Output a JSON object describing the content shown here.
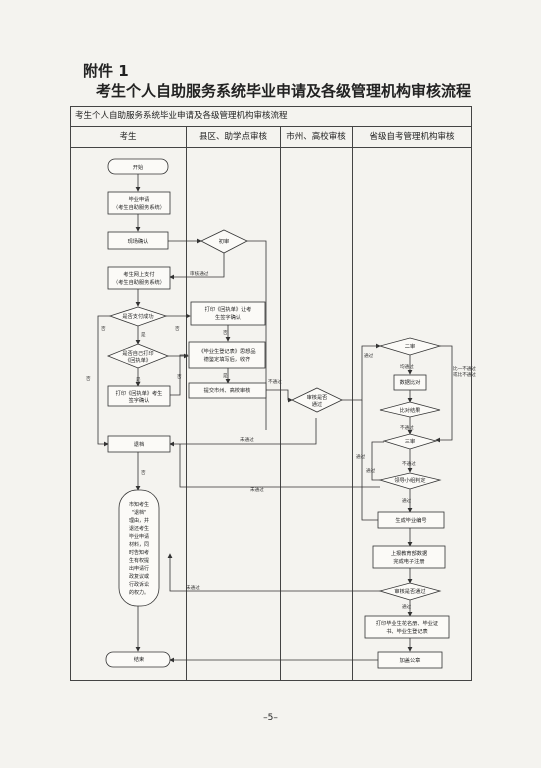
{
  "annex": "附件 1",
  "title": "考生个人自助服务系统毕业申请及各级管理机构审核流程",
  "flow_title": "考生个人自助服务系统毕业申请及各级管理机构审核流程",
  "lanes": [
    "考生",
    "县区、助学点审核",
    "市州、高校审核",
    "省级自考管理机构审核"
  ],
  "nodes": {
    "start": "开始",
    "apply": [
      "毕业申请",
      "（考生自助服务系统）"
    ],
    "onsite": "现场确认",
    "pay": [
      "考生网上支付",
      "（考生自助服务系统）"
    ],
    "pay_ok": "是否支付成功",
    "printed": [
      "是否自己打印",
      "《回执单》"
    ],
    "print_self": [
      "打印《回执单》考生",
      "签字确认"
    ],
    "archive": "退档",
    "notice": [
      "市知考生",
      "\"退档\"",
      "理由，并",
      "退还考生",
      "毕业申请",
      "材料，同",
      "时告知考",
      "生有权提",
      "出申请行",
      "政复议或",
      "行政诉讼",
      "的权力。"
    ],
    "end": "结束",
    "initial": "初审",
    "county_print": [
      "打印《回执单》让考",
      "生签字确认"
    ],
    "county_fill": [
      "《毕业生登记表》思想品",
      "德鉴定填写后，收齐"
    ],
    "submit": "提交市州、高校审核",
    "city_review": [
      "审核是否",
      "通过"
    ],
    "second": "二审",
    "compare": "数据比对",
    "compare_result": "比对结果",
    "third": "三审",
    "panel": "领导小组判定",
    "gen_no": "生成毕业编号",
    "report": [
      "上报教育部数据",
      "完成电子注册"
    ],
    "pass_check": "审核是否通过",
    "print_cert": [
      "打印毕业生花名册、毕业证",
      "书、毕业生登记表"
    ],
    "seal": "加盖公章"
  },
  "edge_labels": {
    "review_pass": "审核通过",
    "no": "否",
    "yes": "是",
    "fail": "不通过",
    "pass": "通过",
    "not_passed": "未通过",
    "reviewed": "均通过",
    "left_pass": "比一不通过",
    "left_fail": "或比不通过"
  },
  "page_number": "–5–"
}
